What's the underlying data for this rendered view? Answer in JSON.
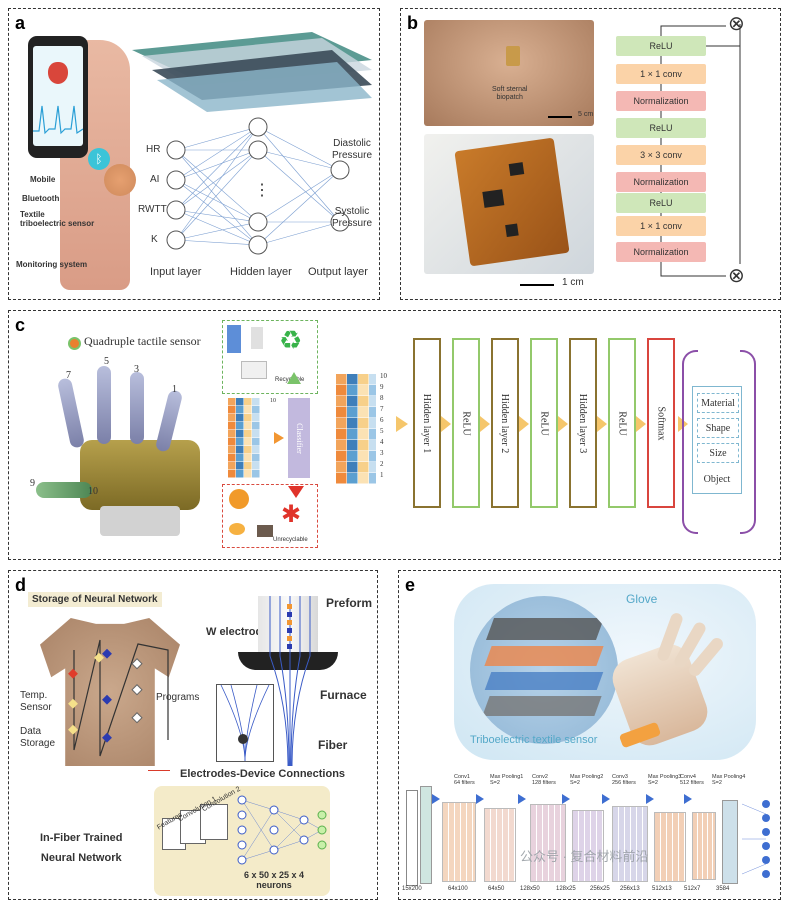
{
  "panel_a": {
    "label": "a",
    "mobile": "Mobile",
    "bluetooth": "Bluetooth",
    "sensor": "Textile\ntriboelectric sensor",
    "monitoring": "Monitoring system",
    "inputs": [
      "HR",
      "AI",
      "RWTT",
      "K"
    ],
    "outputs": [
      "Diastolic\nPressure",
      "Systolic\nPressure"
    ],
    "ellipsis": "⋮",
    "input_layer": "Input layer",
    "hidden_layer": "Hidden layer",
    "output_layer": "Output layer"
  },
  "panel_b": {
    "label": "b",
    "biopatch": "Soft sternal\nbiopatch",
    "scale_5cm": "5 cm",
    "scale_1cm": "1 cm",
    "blocks": [
      "ReLU",
      "1 × 1 conv",
      "Normalization",
      "ReLU",
      "3 × 3 conv",
      "Normalization",
      "ReLU",
      "1 × 1 conv",
      "Normalization"
    ],
    "otimes": "⊗"
  },
  "panel_c": {
    "label": "c",
    "sensor_label": "Quadruple tactile sensor",
    "finger_numbers": [
      "7",
      "5",
      "3",
      "1",
      "9",
      "10"
    ],
    "recyclable": "Recyclable",
    "unrecyclable": "Unrecyclable",
    "classifier": "Classifier",
    "grid_numbers": [
      "1",
      "2",
      "3",
      "4",
      "5",
      "6",
      "7",
      "8",
      "9",
      "10"
    ],
    "layers": [
      "Hidden layer 1",
      "ReLU",
      "Hidden layer 2",
      "ReLU",
      "Hidden layer 3",
      "ReLU",
      "Softmax"
    ],
    "outputs": [
      "Material",
      "Shape",
      "Size",
      "Object"
    ]
  },
  "panel_d": {
    "label": "d",
    "storage": "Storage of Neural Network",
    "temp_sensor": "Temp.\nSensor",
    "data_storage": "Data\nStorage",
    "programs": "Programs",
    "w_electrodes": "W electrodes",
    "preform": "Preform",
    "furnace": "Furnace",
    "fiber": "Fiber",
    "connections": "Electrodes-Device Connections",
    "trained": "In-Fiber Trained\nNeural Network",
    "features": "Features",
    "conv1": "Convolution 1",
    "conv2": "Convolution 2",
    "neurons": "6 x 50 x 25 x 4\nneurons"
  },
  "panel_e": {
    "label": "e",
    "glove": "Glove",
    "sensor": "Triboelectric textile sensor",
    "stage_titles": [
      "Conv1\n64 filters",
      "Max Pooling1\nS=2",
      "Conv2\n128 filters",
      "Max Pooling2\nS=2",
      "Conv3\n256 filters",
      "Max Pooling3\nS=2",
      "Conv4\n512 filters",
      "Max Pooling4\nS=2"
    ],
    "dims": [
      "15x200",
      "64x100",
      "64x50",
      "128x50",
      "128x25",
      "256x25",
      "256x13",
      "512x13",
      "512x7",
      "3584"
    ],
    "watermark": "公众号 · 复合材料前沿"
  }
}
